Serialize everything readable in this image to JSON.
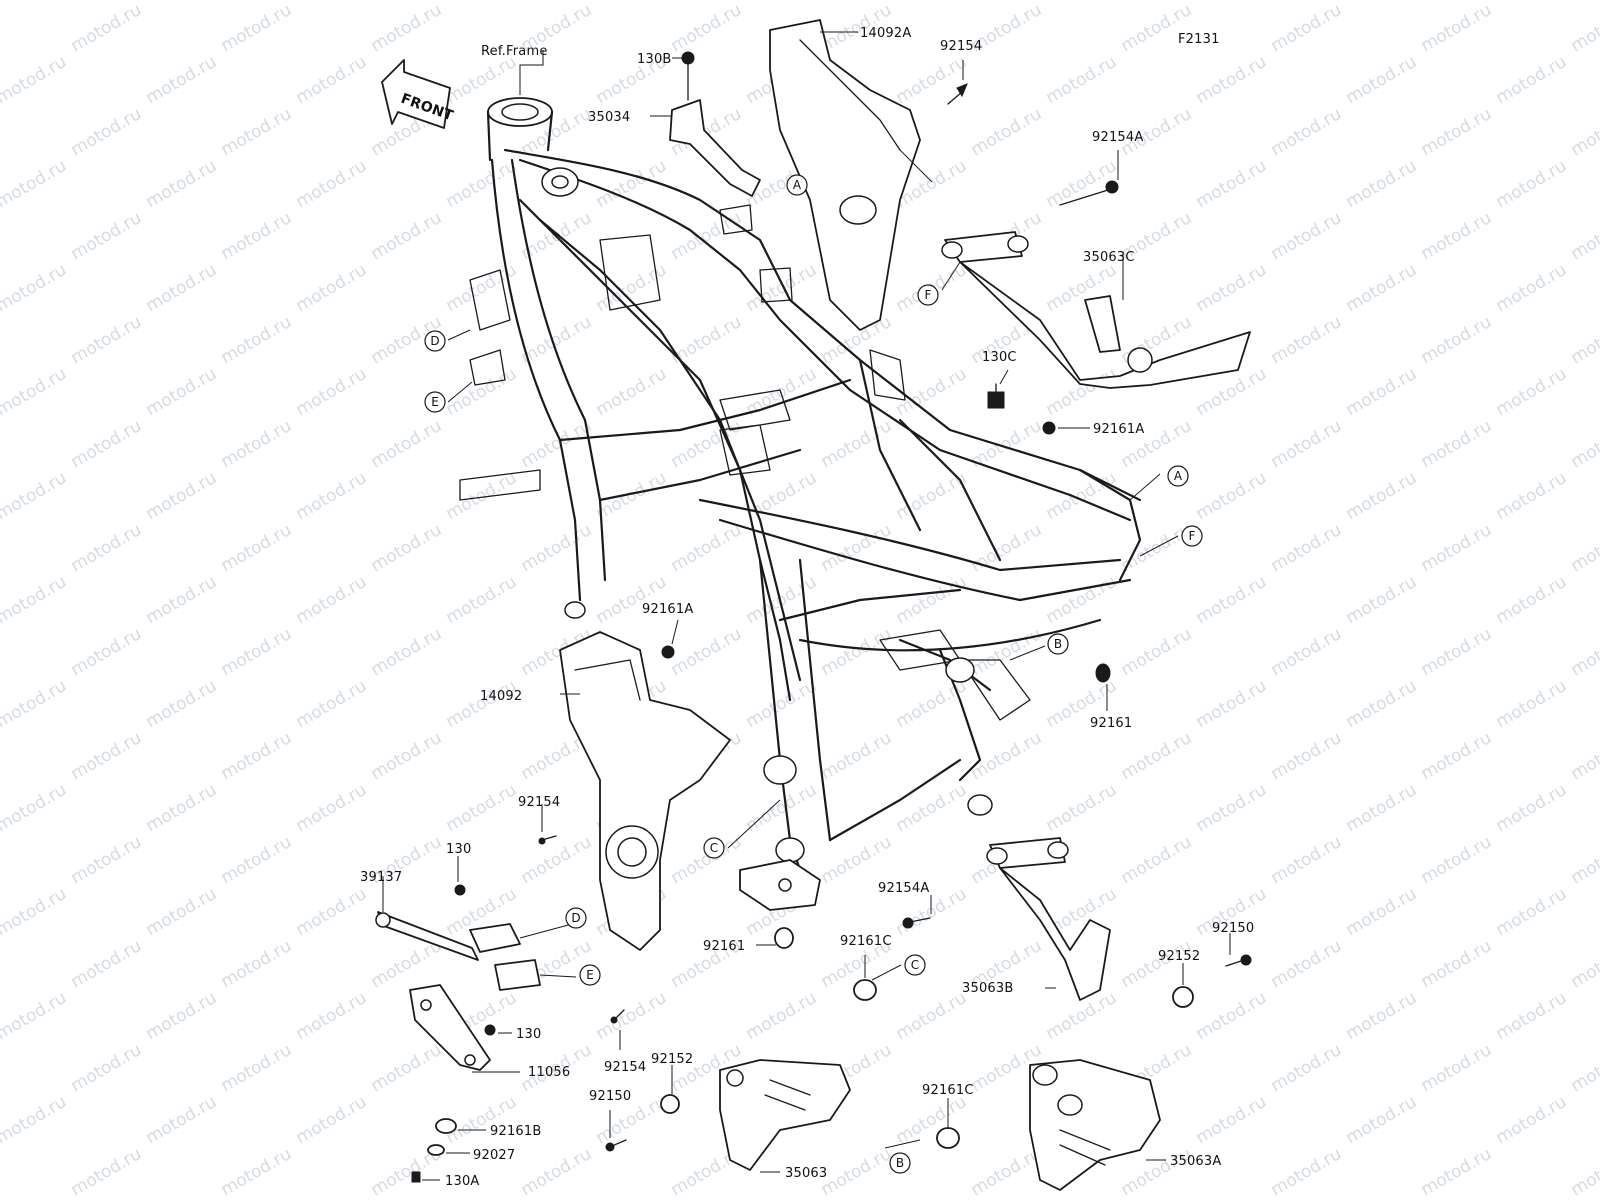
{
  "figure_code": "F2131",
  "watermark": "motod.ru",
  "front_arrow_text": "FRONT",
  "ref_frame_label": "Ref.Frame",
  "part_labels": {
    "p14092A": "14092A",
    "p92154_top": "92154",
    "p130B": "130B",
    "p35034": "35034",
    "p92154A_top": "92154A",
    "p35063C": "35063C",
    "p130C": "130C",
    "p92161A_right": "92161A",
    "p92161A_mid": "92161A",
    "p14092": "14092",
    "p92161_right": "92161",
    "p92154_mid": "92154",
    "p130_a": "130",
    "p39137": "39137",
    "p130_b": "130",
    "p11056": "11056",
    "p92161B": "92161B",
    "p92027": "92027",
    "p130A": "130A",
    "p92154_low": "92154",
    "p92152_low": "92152",
    "p92150_low": "92150",
    "p35063": "35063",
    "p92161_low": "92161",
    "p92161C_mid": "92161C",
    "p92154A_low": "92154A",
    "p35063B": "35063B",
    "p92152_right": "92152",
    "p92150_right": "92150",
    "p92161C_low": "92161C",
    "p35063A": "35063A"
  },
  "reference_markers": {
    "A1": "A",
    "A2": "A",
    "B1": "B",
    "B2": "B",
    "C1": "C",
    "C2": "C",
    "D1": "D",
    "D2": "D",
    "E1": "E",
    "E2": "E",
    "F1": "F",
    "F2": "F"
  }
}
